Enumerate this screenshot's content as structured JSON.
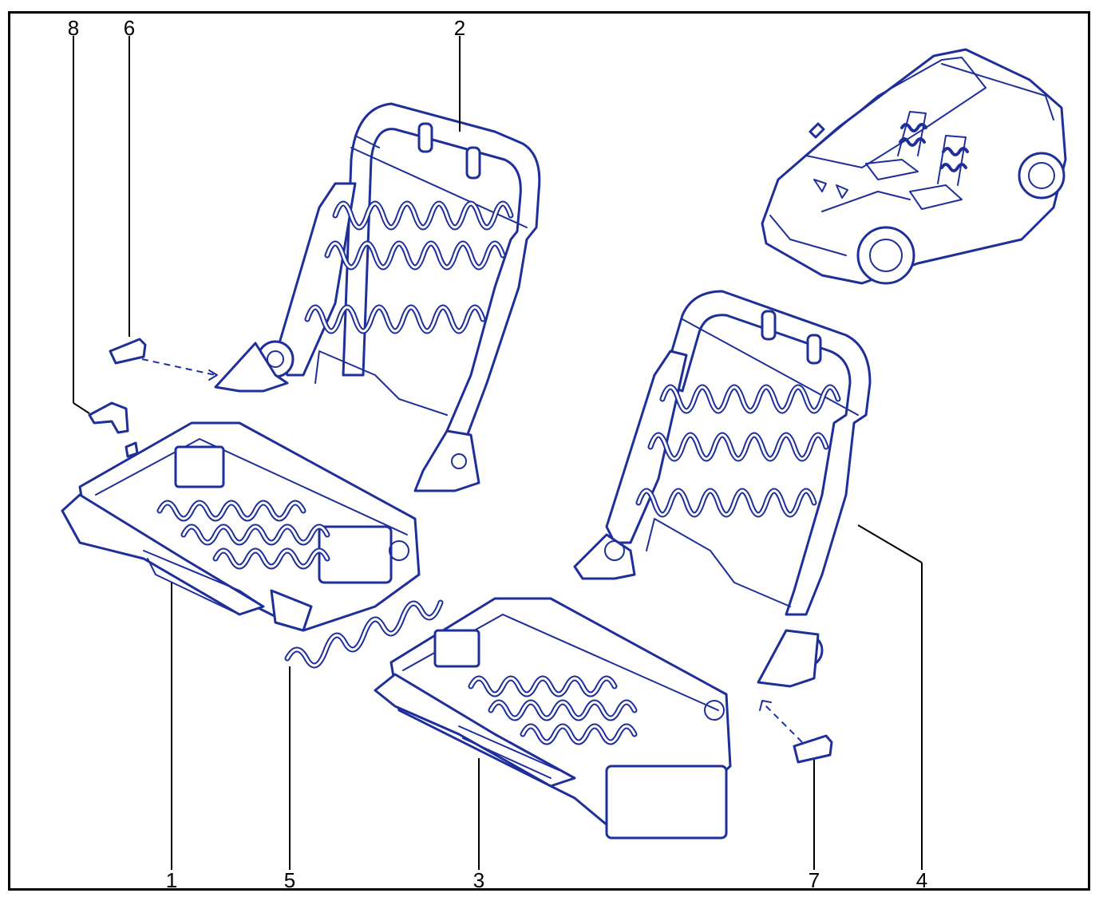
{
  "colors": {
    "line": "#1f2f9a",
    "frame": "#000000",
    "background": "#ffffff"
  },
  "callouts": {
    "c1": "1",
    "c2": "2",
    "c3": "3",
    "c4": "4",
    "c5": "5",
    "c6": "6",
    "c7": "7",
    "c8": "8"
  }
}
